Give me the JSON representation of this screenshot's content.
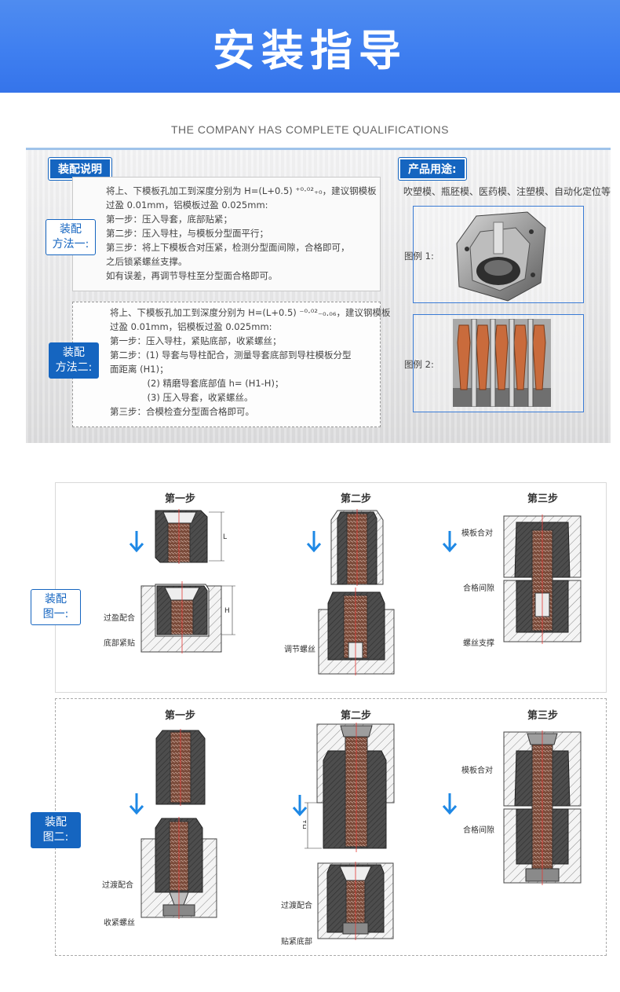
{
  "header": {
    "title": "安装指导"
  },
  "subtitle": "THE COMPANY HAS COMPLETE QUALIFICATIONS",
  "assembly_section": {
    "tag": "装配说明",
    "method1": {
      "badge_line1": "装配",
      "badge_line2": "方法一:",
      "text": "将上、下模板孔加工到深度分别为 H=(L+0.5) ⁺⁰·⁰²₊₀，建议钢模板\n过盈 0.01mm，铝模板过盈 0.025mm:\n第一步：压入导套，底部贴紧；\n第二步：压入导柱，与模板分型面平行；\n第三步：将上下模板合对压紧，检测分型面间隙，合格即可，\n之后锁紧螺丝支撑。\n如有误差，再调节导柱至分型面合格即可。"
    },
    "method2": {
      "badge_line1": "装配",
      "badge_line2": "方法二:",
      "text": "将上、下模板孔加工到深度分别为 H=(L+0.5) ⁻⁰·⁰²₋₀.₀₆，建议钢模板\n过盈 0.01mm，铝模板过盈 0.025mm:\n第一步：压入导柱，紧贴底部，收紧螺丝；\n第二步：(1) 导套与导柱配合，测量导套底部到导柱模板分型\n面距离 (H1)；\n             (2) 精磨导套底部值 h= (H1-H)；\n             (3) 压入导套，收紧螺丝。\n第三步：合模检查分型面合格即可。"
    }
  },
  "usage_section": {
    "tag": "产品用途:",
    "text": "吹塑模、瓶胚模、医药模、注塑模、自动化定位等",
    "example1_label": "图例 1:",
    "example2_label": "图例 2:"
  },
  "diagram1": {
    "badge_line1": "装配",
    "badge_line2": "图一:",
    "steps": [
      "第一步",
      "第二步",
      "第三步"
    ],
    "callouts": {
      "interference_fit": "过盈配合",
      "bottom_flush": "底部紧贴",
      "adjust_screw": "调节螺丝",
      "plates_closed": "模板合对",
      "qualified_gap": "合格间隙",
      "screw_support": "螺丝支撑"
    },
    "dim_L": "L",
    "dim_H": "H"
  },
  "diagram2": {
    "badge_line1": "装配",
    "badge_line2": "图二:",
    "steps": [
      "第一步",
      "第二步",
      "第三步"
    ],
    "callouts": {
      "transition_fit": "过渡配合",
      "tighten_screw": "收紧螺丝",
      "transition_fit_2": "过渡配合",
      "bottom_tight": "贴紧底部",
      "plates_closed": "模板合对",
      "qualified_gap": "合格间隙"
    },
    "dim_H1": "H1"
  },
  "colors": {
    "brand_blue": "#1565c0",
    "banner_blue": "#3f7ff0",
    "arrow_blue": "#1e88e5"
  }
}
